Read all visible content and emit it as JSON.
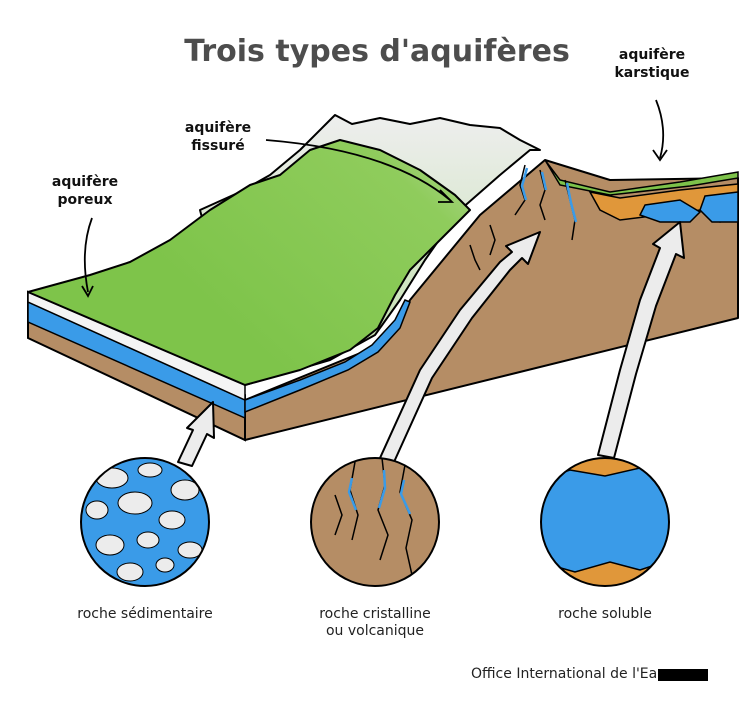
{
  "title": "Trois types d'aquifères",
  "labels": {
    "poreux": [
      "aquifère",
      "poreux"
    ],
    "fissure": [
      "aquifère",
      "fissuré"
    ],
    "karstique": [
      "aquifère",
      "karstique"
    ]
  },
  "captions": {
    "sedimentaire": [
      "roche sédimentaire"
    ],
    "cristalline": [
      "roche cristalline",
      "ou volcanique"
    ],
    "soluble": [
      "roche soluble"
    ]
  },
  "credit": "Office International de l'Ea",
  "colors": {
    "water": "#3a9be8",
    "grass": "#7dc24a",
    "soil": "#b58d65",
    "orange": "#e0973a",
    "snow": "#ececec",
    "title": "#4d4d4d"
  }
}
